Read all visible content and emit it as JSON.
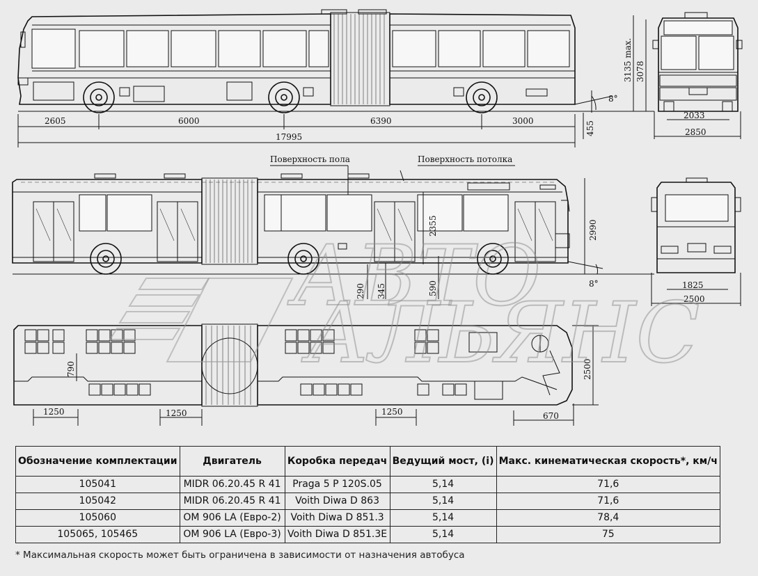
{
  "dimensions": {
    "side_top": [
      "2605",
      "6000",
      "6390",
      "3000"
    ],
    "overall_length": "17995",
    "rear_overhang": "455",
    "approach_angle": "8°",
    "height_max": "3135 max.",
    "height": "3078",
    "front_track": "2033",
    "front_width": "2850",
    "floor_height_door": "290",
    "floor_height_mid": "345",
    "door_step": "590",
    "interior_height": "2355",
    "side_height": "2990",
    "rear_angle": "8°",
    "rear_track": "1825",
    "rear_width": "2500",
    "aisle_width": "790",
    "seat_pitch_1": "1250",
    "seat_pitch_2": "1250",
    "seat_pitch_3": "1250",
    "front_overhang_plan": "670",
    "plan_width": "2500"
  },
  "labels": {
    "floor_surface": "Поверхность пола",
    "ceiling_surface": "Поверхность потолка"
  },
  "watermark": {
    "line1": "АВТО",
    "line2": "АЛЬЯНС"
  },
  "table": {
    "headers": [
      "Обозначение комплектации",
      "Двигатель",
      "Коробка передач",
      "Ведущий мост, (i)",
      "Макс. кинематическая скорость*, км/ч"
    ],
    "rows": [
      [
        "105041",
        "MIDR 06.20.45 R 41",
        "Praga 5 P 120S.05",
        "5,14",
        "71,6"
      ],
      [
        "105042",
        "MIDR 06.20.45 R 41",
        "Voith Diwa D 863",
        "5,14",
        "71,6"
      ],
      [
        "105060",
        "OM 906 LA (Евро-2)",
        "Voith Diwa D 851.3",
        "5,14",
        "78,4"
      ],
      [
        "105065, 105465",
        "OM 906 LA (Евро-3)",
        "Voith Diwa D 851.3E",
        "5,14",
        "75"
      ]
    ]
  },
  "footnote": "* Максимальная скорость может быть ограничена в зависимости от назначения автобуса"
}
